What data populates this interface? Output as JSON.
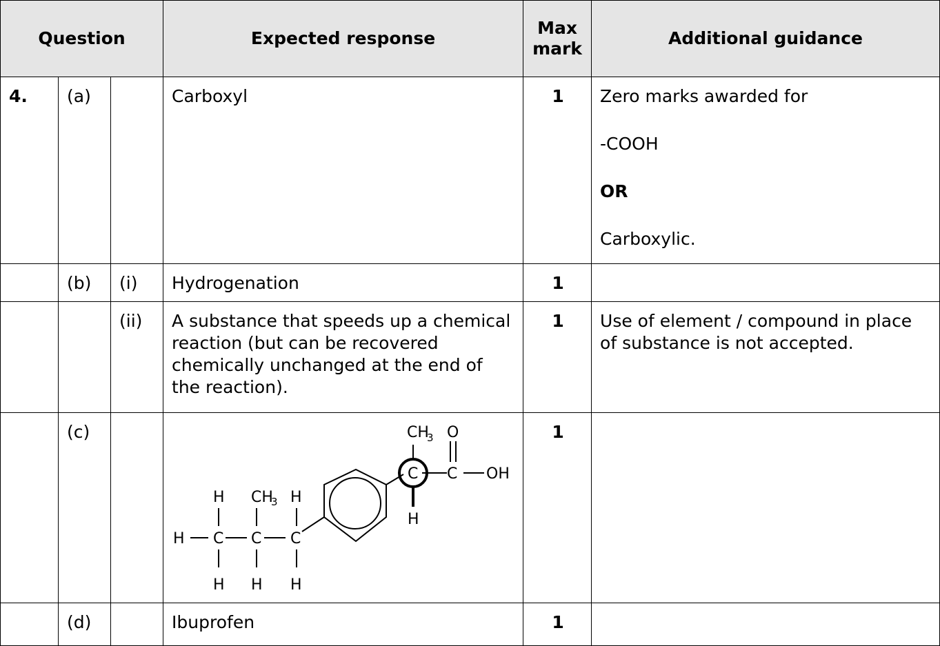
{
  "headers": {
    "question": "Question",
    "expected": "Expected response",
    "max_mark": "Max mark",
    "guidance": "Additional guidance"
  },
  "rows": [
    {
      "q": "4.",
      "part": "(a)",
      "sub": "",
      "response": "Carboxyl",
      "mark": "1",
      "guidance": [
        "Zero marks awarded for",
        "-COOH",
        "OR",
        "Carboxylic."
      ]
    },
    {
      "q": "",
      "part": "(b)",
      "sub": "(i)",
      "response": "Hydrogenation",
      "mark": "1",
      "guidance": []
    },
    {
      "q": "",
      "part": "",
      "sub": "(ii)",
      "response": "A substance that speeds up a chemical reaction (but can be recovered chemically unchanged at the end of the reaction).",
      "mark": "1",
      "guidance": [
        "Use of element / compound in place of substance is not accepted."
      ]
    },
    {
      "q": "",
      "part": "(c)",
      "sub": "",
      "response": "",
      "mark": "1",
      "guidance": []
    },
    {
      "q": "",
      "part": "(d)",
      "sub": "",
      "response": "Ibuprofen",
      "mark": "1",
      "guidance": []
    }
  ],
  "structure": {
    "atoms": {
      "h": "H",
      "c": "C",
      "ch3": "CH",
      "sub3": "3",
      "o": "O",
      "oh": "OH"
    }
  }
}
